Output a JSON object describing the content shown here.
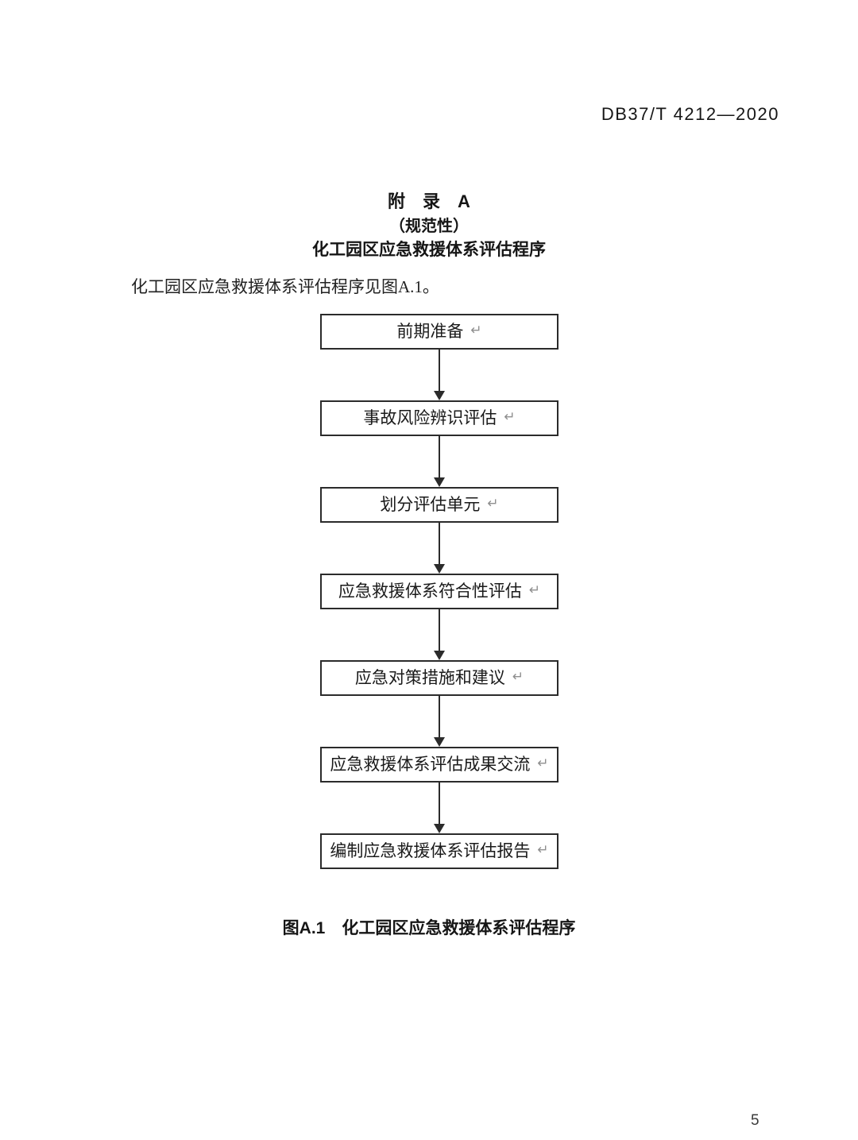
{
  "page": {
    "header": "DB37/T 4212—2020",
    "page_number": "5"
  },
  "appendix": {
    "title": "附　录　A",
    "normative": "（规范性）",
    "subject": "化工园区应急救援体系评估程序"
  },
  "intro": "化工园区应急救援体系评估程序见图A.1。",
  "flowchart": {
    "paragraph_mark": "↵",
    "nodes": [
      {
        "label": "前期准备"
      },
      {
        "label": "事故风险辨识评估"
      },
      {
        "label": "划分评估单元"
      },
      {
        "label": "应急救援体系符合性评估"
      },
      {
        "label": "应急对策措施和建议"
      },
      {
        "label": "应急救援体系评估成果交流"
      },
      {
        "label": "编制应急救援体系评估报告"
      }
    ]
  },
  "figure": {
    "caption": "图A.1　化工园区应急救援体系评估程序"
  }
}
